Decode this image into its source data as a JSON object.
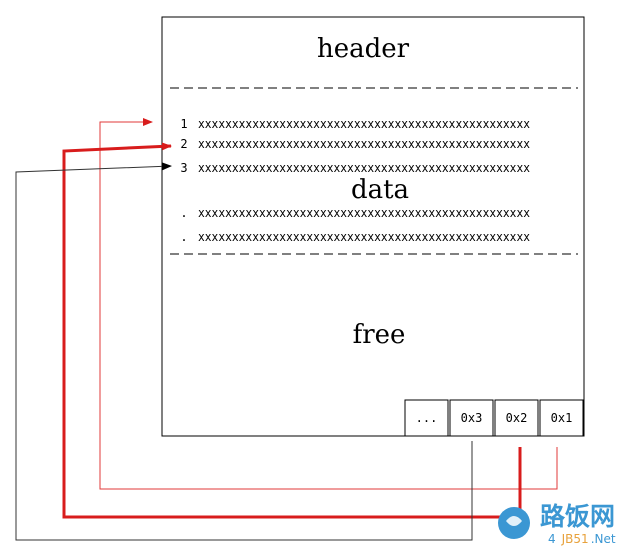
{
  "page": {
    "header_label": "header",
    "data_label": "data",
    "free_label": "free",
    "rows": [
      {
        "index": "1",
        "content": "xxxxxxxxxxxxxxxxxxxxxxxxxxxxxxxxxxxxxxxxxxxxxxxxx"
      },
      {
        "index": "2",
        "content": "xxxxxxxxxxxxxxxxxxxxxxxxxxxxxxxxxxxxxxxxxxxxxxxxx"
      },
      {
        "index": "3",
        "content": "xxxxxxxxxxxxxxxxxxxxxxxxxxxxxxxxxxxxxxxxxxxxxxxxx"
      },
      {
        "index": ".",
        "content": "xxxxxxxxxxxxxxxxxxxxxxxxxxxxxxxxxxxxxxxxxxxxxxxxx"
      },
      {
        "index": ".",
        "content": "xxxxxxxxxxxxxxxxxxxxxxxxxxxxxxxxxxxxxxxxxxxxxxxxx"
      }
    ],
    "slots": [
      "...",
      "0x3",
      "0x2",
      "0x1"
    ]
  },
  "colors": {
    "pointer_slot_1": "#e23a3a",
    "pointer_slot_2": "#d81c1c",
    "pointer_slot_3": "#333333"
  },
  "watermark": {
    "chinese": "路饭网",
    "prefix": "4",
    "highlight": "JB51",
    "suffix": ".Net"
  }
}
